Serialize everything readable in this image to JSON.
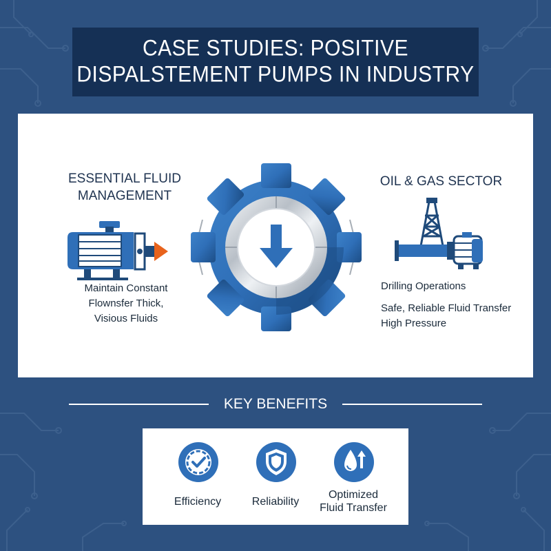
{
  "title": {
    "line1": "CASE STUDIES: POSITIVE",
    "line2": "DISPALSTEMENT PUMPS IN INDUSTRY"
  },
  "left": {
    "heading_line1": "ESSENTIAL FLUID",
    "heading_line2": "MANAGEMENT",
    "icon": "pump-icon",
    "text_line1": "Maintain Constant",
    "text_line2": "Flownsfer Thick,",
    "text_line3": "Visious Fluids"
  },
  "center": {
    "icon": "gear-down-arrow-icon"
  },
  "right": {
    "heading": "OIL & GAS SECTOR",
    "icon": "oil-derrick-pump-icon",
    "text_line1": "Drilling Operations",
    "text_line2": "Safe, Reliable Fluid Transfer",
    "text_line3": "High Pressure"
  },
  "benefits": {
    "title": "KEY BENEFITS",
    "items": [
      {
        "label_line1": "Efficiency",
        "label_line2": "",
        "icon": "check-circle-icon"
      },
      {
        "label_line1": "Reliability",
        "label_line2": "",
        "icon": "shield-icon"
      },
      {
        "label_line1": "Optimized",
        "label_line2": "Fluid Transfer",
        "icon": "drop-arrow-icon"
      }
    ]
  },
  "colors": {
    "background": "#2d5180",
    "title_box": "#153055",
    "accent_blue": "#2f6fb8",
    "dark_blue": "#1f4a7a",
    "orange": "#e8631c"
  }
}
